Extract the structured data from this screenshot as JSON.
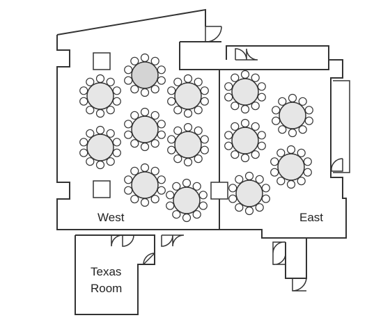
{
  "rooms": {
    "west": {
      "label": "West"
    },
    "east": {
      "label": "East"
    },
    "texas": {
      "line1": "Texas",
      "line2": "Room"
    }
  }
}
